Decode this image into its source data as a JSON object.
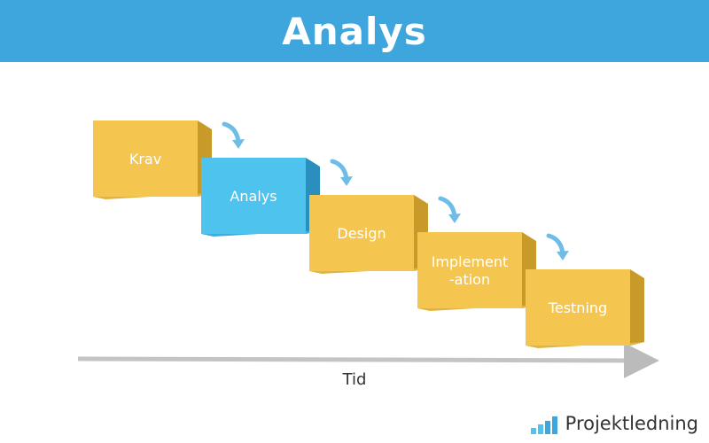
{
  "header": {
    "title": "Analys",
    "color": "#3fa6dd"
  },
  "phases": [
    {
      "lines": [
        "Krav"
      ],
      "active": false
    },
    {
      "lines": [
        "Analys"
      ],
      "active": true
    },
    {
      "lines": [
        "Design"
      ],
      "active": false
    },
    {
      "lines": [
        "Implement",
        "-ation"
      ],
      "active": false
    },
    {
      "lines": [
        "Testning"
      ],
      "active": false
    }
  ],
  "colors": {
    "phase_front": "#f5c64f",
    "phase_side": "#c89a2a",
    "phase_top": "#e0b444",
    "active_front": "#4ec3ee",
    "active_side": "#2a8fbe",
    "active_top": "#3aaee0",
    "arrow": "#6fbde6",
    "axis": "#bbbbbb"
  },
  "axis": {
    "label": "Tid"
  },
  "brand": {
    "name": "Projektledning",
    "icon": "bar-chart-logo-icon"
  }
}
